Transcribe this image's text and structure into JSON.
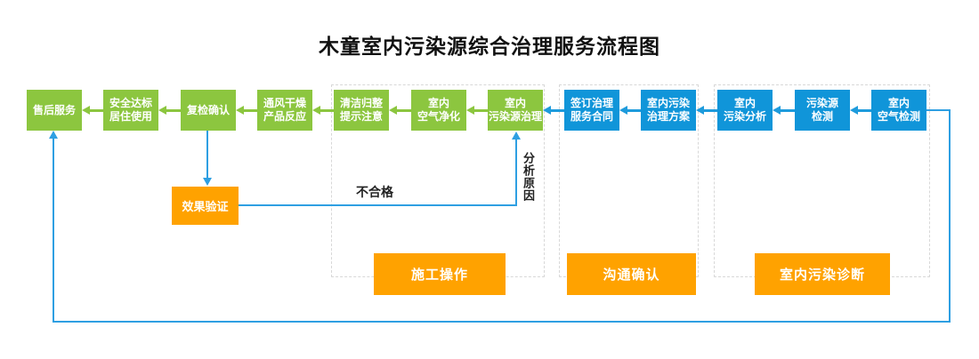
{
  "title": "木童室内污染源综合治理服务流程图",
  "colors": {
    "step_green": "#8CC63F",
    "step_blue": "#1095D9",
    "orange": "#FFA200",
    "connector_blue": "#2E9FE2",
    "dashed_border": "#D8D8D8",
    "title_text": "#111111"
  },
  "steps": [
    {
      "label": "售后服务",
      "color": "green"
    },
    {
      "label": "安全达标\n居住使用",
      "color": "green"
    },
    {
      "label": "复检确认",
      "color": "green"
    },
    {
      "label": "通风干燥\n产品反应",
      "color": "green"
    },
    {
      "label": "清洁归整\n提示注意",
      "color": "green"
    },
    {
      "label": "室内\n空气净化",
      "color": "green"
    },
    {
      "label": "室内\n污染源治理",
      "color": "green"
    },
    {
      "label": "签订治理\n服务合同",
      "color": "blue"
    },
    {
      "label": "室内污染\n治理方案",
      "color": "blue"
    },
    {
      "label": "室内\n污染分析",
      "color": "blue"
    },
    {
      "label": "污染源\n检测",
      "color": "blue"
    },
    {
      "label": "室内\n空气检测",
      "color": "blue"
    }
  ],
  "groups": [
    {
      "label": "施工操作"
    },
    {
      "label": "沟通确认"
    },
    {
      "label": "室内污染诊断"
    }
  ],
  "verification": {
    "label": "效果验证"
  },
  "annotations": {
    "fail": "不合格",
    "analyze": "分析原因"
  }
}
